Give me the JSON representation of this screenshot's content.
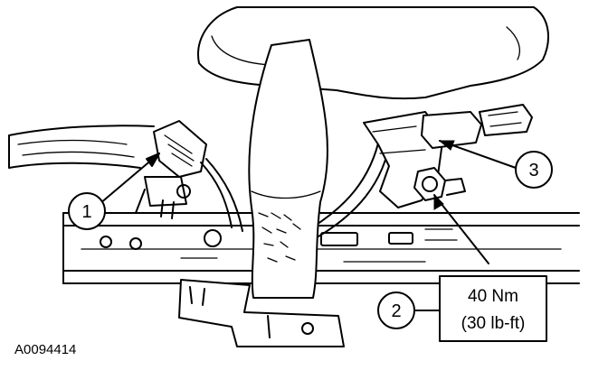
{
  "figure": {
    "id": "A0094414"
  },
  "callouts": [
    {
      "number": "1"
    },
    {
      "number": "2"
    },
    {
      "number": "3"
    }
  ],
  "torque_spec": {
    "metric": "40 Nm",
    "imperial": "(30 lb-ft)"
  }
}
